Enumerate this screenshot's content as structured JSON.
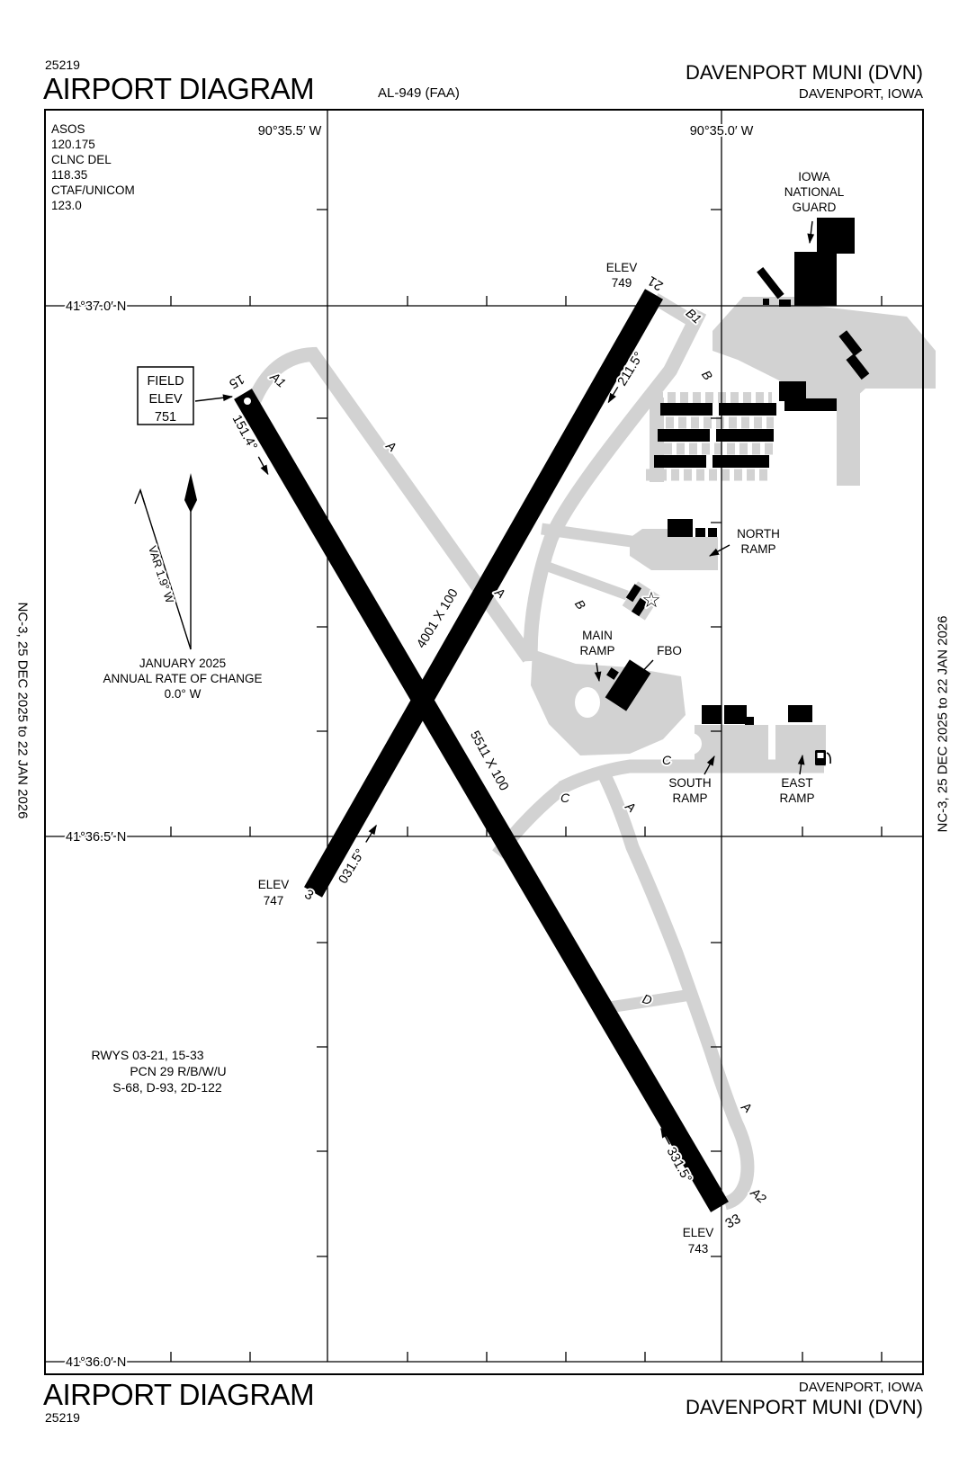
{
  "colors": {
    "ink": "#000000",
    "pavement_gray": "#d2d2d2"
  },
  "header": {
    "chart_number": "25219",
    "title": "AIRPORT DIAGRAM",
    "procedure_code": "AL-949 (FAA)",
    "airport_name": "DAVENPORT MUNI (DVN)",
    "city": "DAVENPORT, IOWA"
  },
  "footer": {
    "chart_number": "25219",
    "title": "AIRPORT DIAGRAM",
    "airport_name": "DAVENPORT MUNI (DVN)",
    "city": "DAVENPORT, IOWA"
  },
  "margins": {
    "left_edition": "NC-3,  25 DEC 2025  to  22 JAN 2026",
    "right_edition": "NC-3,  25 DEC 2025  to  22 JAN 2026"
  },
  "comm": {
    "lines": [
      "ASOS",
      "120.175",
      "CLNC DEL",
      "118.35",
      "CTAF/UNICOM",
      "123.0"
    ]
  },
  "grid": {
    "lon_left": "90°35.5′ W",
    "lon_right": "90°35.0′ W",
    "lat_top": "41°37.0′ N",
    "lat_mid": "41°36.5′ N",
    "lat_bottom": "41°36.0′ N"
  },
  "field_elev_box": {
    "lines": [
      "FIELD",
      "ELEV",
      "751"
    ]
  },
  "variation": {
    "var_label": "VAR 1.9° W",
    "lines": [
      "JANUARY 2025",
      "ANNUAL RATE OF CHANGE",
      "0.0° W"
    ]
  },
  "runway_data": {
    "lines": [
      "RWYS 03-21, 15-33",
      "PCN 29 R/B/W/U",
      "S-68, D-93, 2D-122"
    ]
  },
  "runway_labels": {
    "r15": "15",
    "r21": "21",
    "r3": "3",
    "r33": "33",
    "dim_15_33": "5511 X 100",
    "dim_03_21": "4001 X 100",
    "hdg_15": "151.4°",
    "hdg_21": "211.5°",
    "hdg_03": "031.5°",
    "hdg_33": "331.5°"
  },
  "elevations": {
    "rwy21": [
      "ELEV",
      "749"
    ],
    "rwy03": [
      "ELEV",
      "747"
    ],
    "rwy33": [
      "ELEV",
      "743"
    ]
  },
  "taxiway_labels": {
    "a": "A",
    "a1": "A1",
    "a2": "A2",
    "b": "B",
    "b1": "B1",
    "c": "C",
    "d": "D"
  },
  "ramp_labels": {
    "guard": [
      "IOWA",
      "NATIONAL",
      "GUARD"
    ],
    "north": [
      "NORTH",
      "RAMP"
    ],
    "main": [
      "MAIN",
      "RAMP"
    ],
    "fbo": "FBO",
    "south": [
      "SOUTH",
      "RAMP"
    ],
    "east": [
      "EAST",
      "RAMP"
    ]
  },
  "icons": {
    "beacon": "☆"
  }
}
